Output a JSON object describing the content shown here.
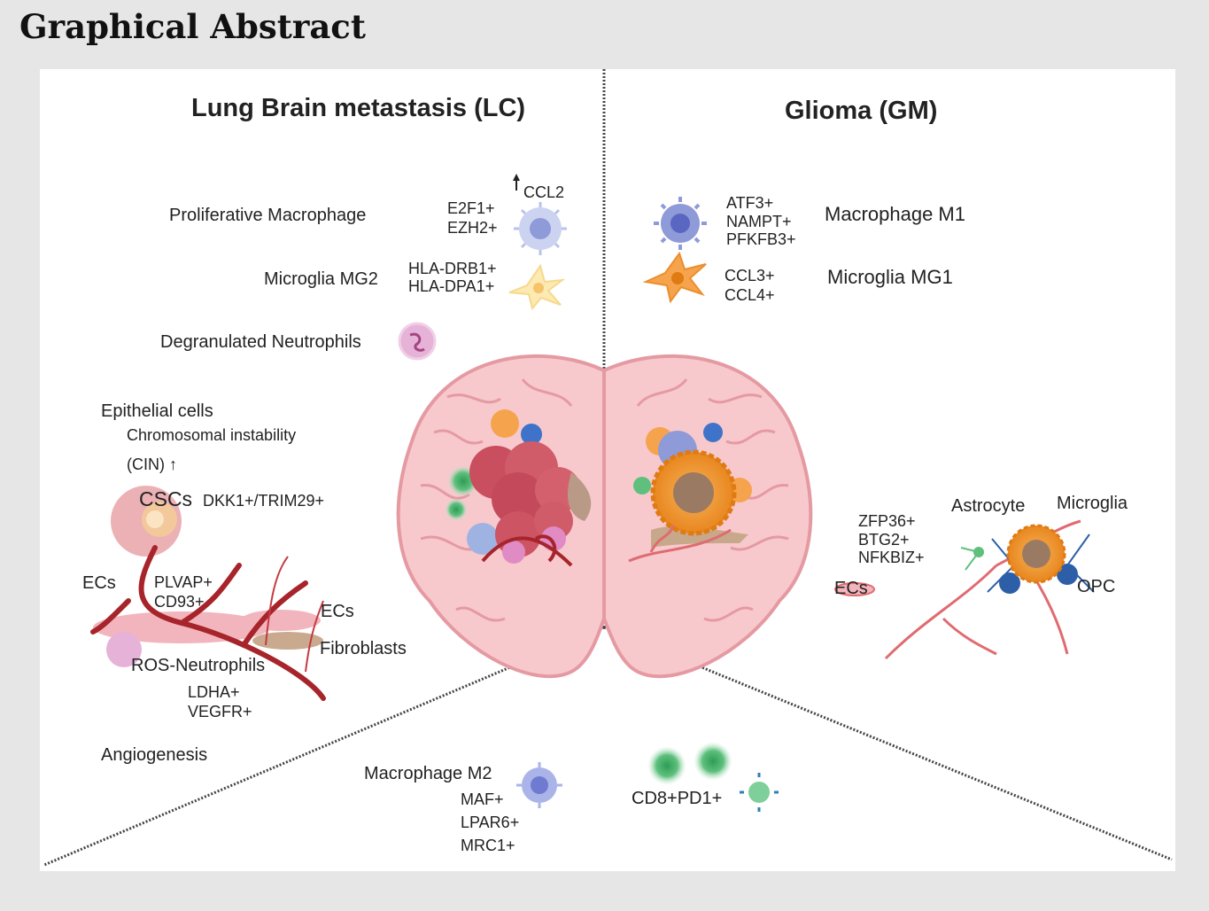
{
  "heading": "Graphical Abstract",
  "lc": {
    "title": "Lung Brain metastasis (LC)",
    "ccl2": "CCL2",
    "prolif_macrophage": {
      "label": "Proliferative Macrophage",
      "markers": [
        "E2F1+",
        "EZH2+"
      ]
    },
    "microglia_mg2": {
      "label": "Microglia MG2",
      "markers": [
        "HLA-DRB1+",
        "HLA-DPA1+"
      ]
    },
    "neutrophils": "Degranulated Neutrophils",
    "epithelial": {
      "label": "Epithelial cells",
      "sub": "Chromosomal instability",
      "cin": "(CIN)"
    },
    "cscs": {
      "label": "CSCs",
      "markers": "DKK1+/TRIM29+"
    },
    "ecs_left": {
      "label": "ECs",
      "markers": [
        "PLVAP+",
        "CD93+"
      ]
    },
    "ecs_right": "ECs",
    "fibroblasts": "Fibroblasts",
    "ros_neutrophils": {
      "label": "ROS-Neutrophils",
      "markers": [
        "LDHA+",
        "VEGFR+"
      ]
    },
    "angiogenesis": "Angiogenesis"
  },
  "gm": {
    "title": "Glioma (GM)",
    "macrophage_m1": {
      "label": "Macrophage M1",
      "markers": [
        "ATF3+",
        "NAMPT+",
        "PFKFB3+"
      ]
    },
    "microglia_mg1": {
      "label": "Microglia MG1",
      "markers": [
        "CCL3+",
        "CCL4+"
      ]
    },
    "markers": [
      "ZFP36+",
      "BTG2+",
      "NFKBIZ+"
    ],
    "astrocyte": "Astrocyte",
    "microglia": "Microglia",
    "ecs": "ECs",
    "opc": "OPC"
  },
  "bottom": {
    "macrophage_m2": {
      "label": "Macrophage M2",
      "markers": [
        "MAF+",
        "LPAR6+",
        "MRC1+"
      ]
    },
    "cd8": "CD8+PD1+"
  }
}
